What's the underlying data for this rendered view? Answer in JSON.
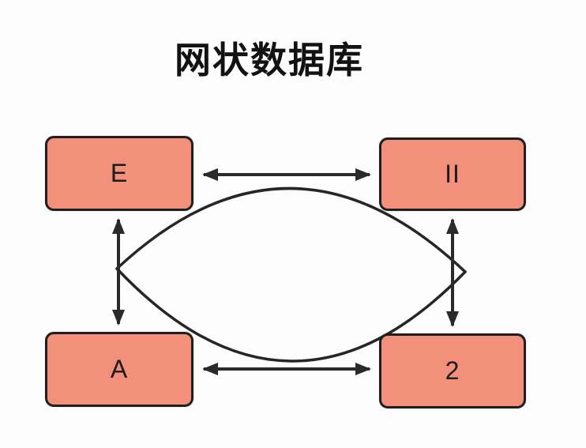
{
  "title": "网状数据库",
  "nodes": [
    {
      "id": "E",
      "label": "E"
    },
    {
      "id": "II",
      "label": "II"
    },
    {
      "id": "A",
      "label": "A"
    },
    {
      "id": "2",
      "label": "2"
    }
  ],
  "edges": [
    {
      "from": "E",
      "to": "II",
      "style": "straight-double-arrow",
      "orientation": "horizontal-top"
    },
    {
      "from": "A",
      "to": "2",
      "style": "straight-double-arrow",
      "orientation": "horizontal-bottom"
    },
    {
      "from": "E",
      "to": "A",
      "style": "straight-double-arrow",
      "orientation": "vertical-left"
    },
    {
      "from": "II",
      "to": "2",
      "style": "straight-double-arrow",
      "orientation": "vertical-right"
    },
    {
      "from": "E",
      "to": "2",
      "style": "curved",
      "orientation": "diagonal-upper-arc"
    },
    {
      "from": "II",
      "to": "A",
      "style": "curved",
      "orientation": "diagonal-lower-arc"
    }
  ],
  "colors": {
    "background": "#FDFDFD",
    "node_fill": "#F2907B",
    "node_border": "#1F1F1F",
    "arrow": "#2A2A2A",
    "title_text": "#121212"
  }
}
